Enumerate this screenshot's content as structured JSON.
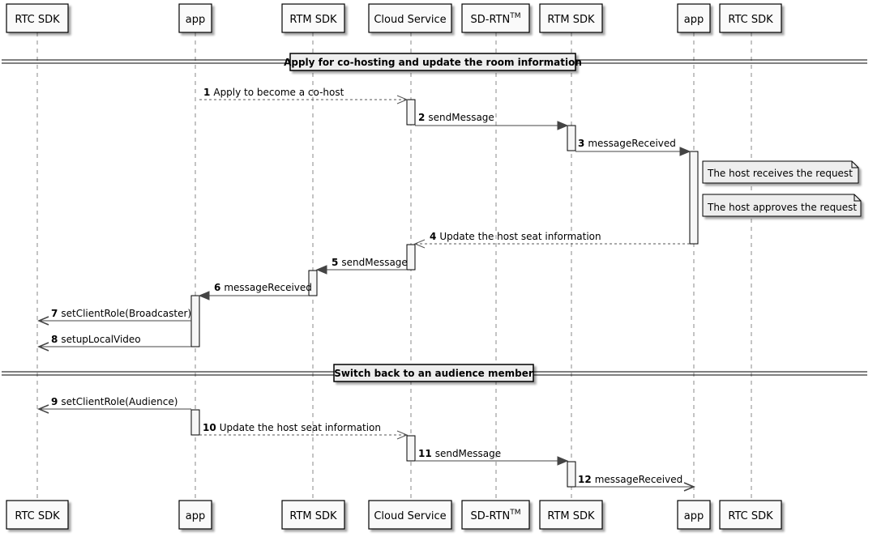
{
  "participants": [
    {
      "id": "rtc1",
      "label": "RTC SDK"
    },
    {
      "id": "app1",
      "label": "app"
    },
    {
      "id": "rtm1",
      "label": "RTM SDK"
    },
    {
      "id": "cloud",
      "label": "Cloud Service"
    },
    {
      "id": "sdrtn",
      "label": "SD-RTN",
      "sup": "TM"
    },
    {
      "id": "rtm2",
      "label": "RTM SDK"
    },
    {
      "id": "app2",
      "label": "app"
    },
    {
      "id": "rtc2",
      "label": "RTC SDK"
    }
  ],
  "dividers": [
    {
      "text": "Apply for co-hosting and update the room information"
    },
    {
      "text": "Switch back to an audience member"
    }
  ],
  "messages": [
    {
      "num": "1",
      "text": "Apply to become a co-host",
      "from": "app1",
      "to": "cloud",
      "style": "dashed"
    },
    {
      "num": "2",
      "text": "sendMessage",
      "from": "cloud",
      "to": "rtm2",
      "style": "solid"
    },
    {
      "num": "3",
      "text": "messageReceived",
      "from": "rtm2",
      "to": "app2",
      "style": "solid"
    },
    {
      "num": "4",
      "text": "Update the host seat information",
      "from": "app2",
      "to": "cloud",
      "style": "dashed"
    },
    {
      "num": "5",
      "text": "sendMessage",
      "from": "cloud",
      "to": "rtm1",
      "style": "solid"
    },
    {
      "num": "6",
      "text": "messageReceived",
      "from": "rtm1",
      "to": "app1",
      "style": "solid"
    },
    {
      "num": "7",
      "text": "setClientRole(Broadcaster)",
      "from": "app1",
      "to": "rtc1",
      "style": "solid"
    },
    {
      "num": "8",
      "text": "setupLocalVideo",
      "from": "app1",
      "to": "rtc1",
      "style": "solid"
    },
    {
      "num": "9",
      "text": "setClientRole(Audience)",
      "from": "app1",
      "to": "rtc1",
      "style": "solid"
    },
    {
      "num": "10",
      "text": "Update the host seat information",
      "from": "app1",
      "to": "cloud",
      "style": "dashed"
    },
    {
      "num": "11",
      "text": "sendMessage",
      "from": "cloud",
      "to": "rtm2",
      "style": "solid"
    },
    {
      "num": "12",
      "text": "messageReceived",
      "from": "rtm2",
      "to": "app2",
      "style": "solid"
    }
  ],
  "notes": [
    {
      "text": "The host receives the request"
    },
    {
      "text": "The host approves the request"
    }
  ]
}
